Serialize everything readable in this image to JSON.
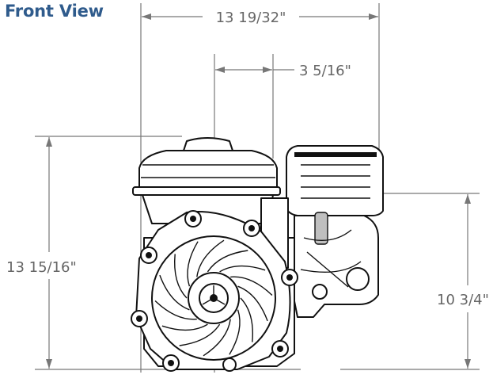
{
  "title": "Front View",
  "dimensions": {
    "overall_width": "13 19/32\"",
    "offset_width": "3 5/16\"",
    "overall_height": "13 15/16\"",
    "side_height": "10 3/4\""
  },
  "colors": {
    "title": "#2f5b8c",
    "dimension_lines": "#777777",
    "line_art": "#111111"
  }
}
